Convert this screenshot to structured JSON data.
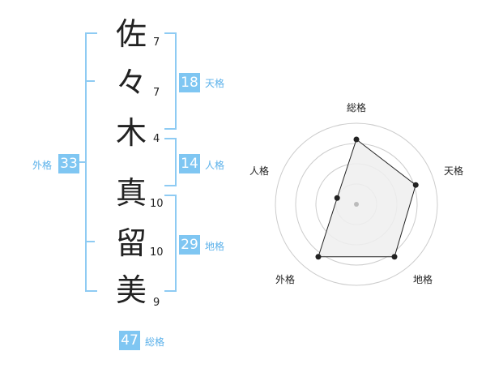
{
  "name": {
    "chars": [
      {
        "kanji": "佐",
        "strokes": "7"
      },
      {
        "kanji": "々",
        "strokes": "7"
      },
      {
        "kanji": "木",
        "strokes": "4"
      },
      {
        "kanji": "真",
        "strokes": "10"
      },
      {
        "kanji": "留",
        "strokes": "10"
      },
      {
        "kanji": "美",
        "strokes": "9"
      }
    ]
  },
  "kaku": {
    "tenkaku": {
      "value": "18",
      "label": "天格"
    },
    "jinkaku": {
      "value": "14",
      "label": "人格"
    },
    "chikaku": {
      "value": "29",
      "label": "地格"
    },
    "gaikaku": {
      "value": "33",
      "label": "外格"
    },
    "soukaku": {
      "value": "47",
      "label": "総格"
    }
  },
  "radar": {
    "labels": [
      "総格",
      "天格",
      "地格",
      "外格",
      "人格"
    ],
    "values": [
      0.8,
      0.77,
      0.8,
      0.8,
      0.25
    ],
    "colors": {
      "fill": "#eeeeee",
      "line": "#222222",
      "grid": "#cccccc"
    }
  },
  "colors": {
    "accent": "#7fc6f2"
  }
}
